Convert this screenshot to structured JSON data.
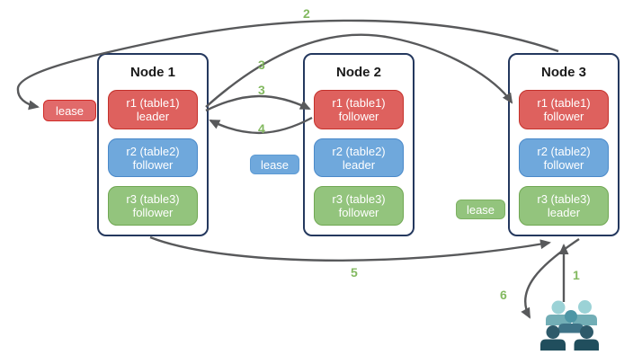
{
  "nodes": [
    {
      "title": "Node 1",
      "replicas": [
        {
          "name": "r1 (table1)",
          "role": "leader",
          "color": "red"
        },
        {
          "name": "r2 (table2)",
          "role": "follower",
          "color": "blue"
        },
        {
          "name": "r3 (table3)",
          "role": "follower",
          "color": "green"
        }
      ]
    },
    {
      "title": "Node 2",
      "replicas": [
        {
          "name": "r1 (table1)",
          "role": "follower",
          "color": "red"
        },
        {
          "name": "r2 (table2)",
          "role": "leader",
          "color": "blue"
        },
        {
          "name": "r3 (table3)",
          "role": "follower",
          "color": "green"
        }
      ]
    },
    {
      "title": "Node 3",
      "replicas": [
        {
          "name": "r1 (table1)",
          "role": "follower",
          "color": "red"
        },
        {
          "name": "r2 (table2)",
          "role": "follower",
          "color": "blue"
        },
        {
          "name": "r3 (table3)",
          "role": "leader",
          "color": "green"
        }
      ]
    }
  ],
  "leases": [
    {
      "label": "lease",
      "color": "#E16A6A"
    },
    {
      "label": "lease",
      "color": "#6FA8DC"
    },
    {
      "label": "lease",
      "color": "#93C47D"
    }
  ],
  "flows": [
    {
      "label": "1"
    },
    {
      "label": "2"
    },
    {
      "label": "3"
    },
    {
      "label": "3"
    },
    {
      "label": "4"
    },
    {
      "label": "5"
    },
    {
      "label": "6"
    }
  ],
  "colors": {
    "arrow": "#58595B",
    "flow_number": "#83B960",
    "node_border": "#24385E",
    "replica_red": "#DE615E",
    "replica_red_border": "#C4312B",
    "replica_blue": "#6FA8DC",
    "replica_blue_border": "#4A89C9",
    "replica_green": "#93C47D",
    "replica_green_border": "#70A753",
    "users_light_head": "#9BD2D6",
    "users_light_body": "#72AEB6",
    "users_mid_head": "#4E96A5",
    "users_mid_body": "#3E7387",
    "users_dark_head": "#2E5A6A",
    "users_dark_body": "#204E5D"
  }
}
